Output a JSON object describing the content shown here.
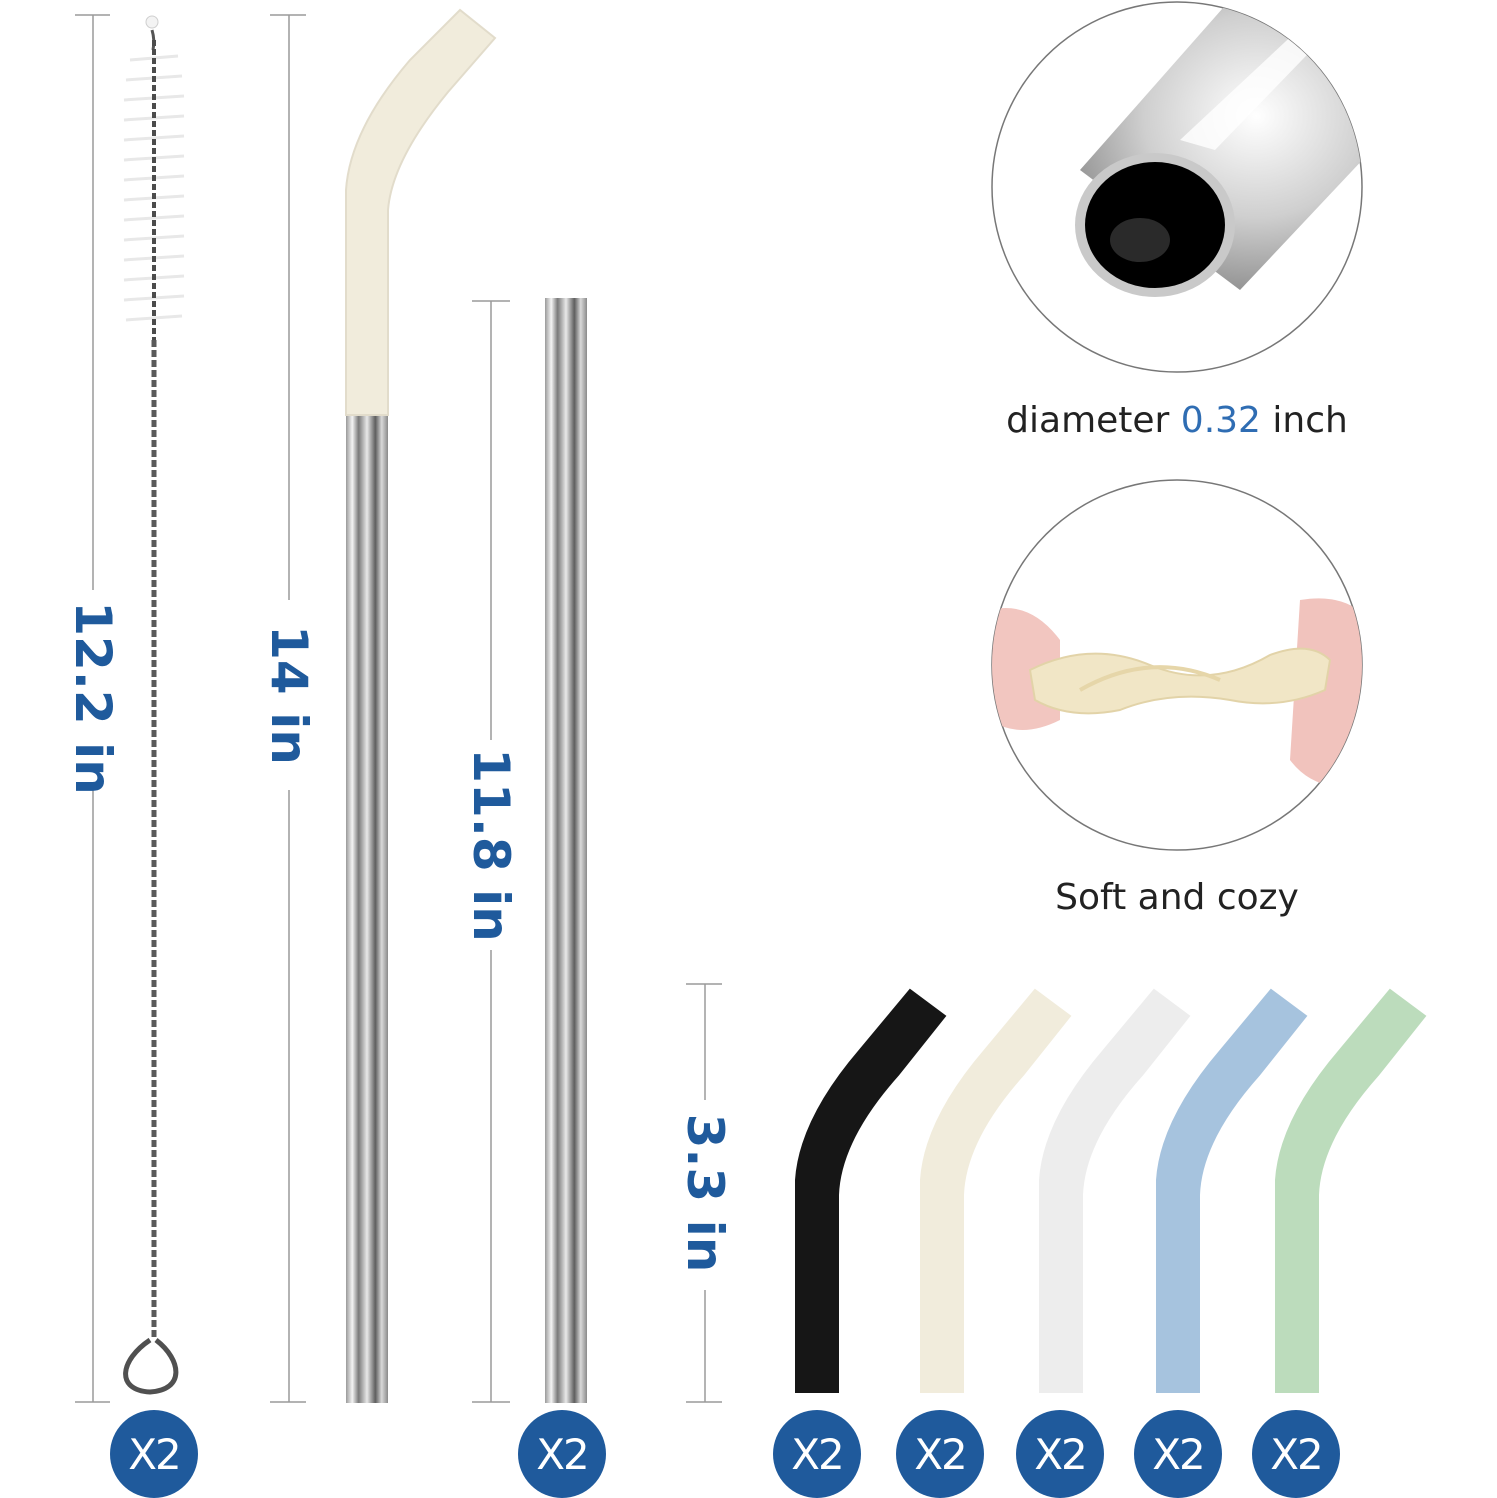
{
  "measurements": {
    "brush_length": "12.2 in",
    "bent_straw_length": "14 in",
    "straight_straw_length": "11.8 in",
    "tip_length": "3.3 in"
  },
  "quantities": {
    "brush": "X2",
    "straight_straw": "X2",
    "tip_black": "X2",
    "tip_beige": "X2",
    "tip_white": "X2",
    "tip_blue": "X2",
    "tip_green": "X2"
  },
  "captions": {
    "diameter_prefix": "diameter ",
    "diameter_value": "0.32",
    "diameter_suffix": " inch",
    "soft": "Soft and cozy"
  },
  "colors": {
    "accent": "#1f5a9c",
    "tip_black": "#161616",
    "tip_beige": "#f1ecdc",
    "tip_white": "#ededed",
    "tip_blue": "#a6c3de",
    "tip_green": "#bcdcbc"
  }
}
